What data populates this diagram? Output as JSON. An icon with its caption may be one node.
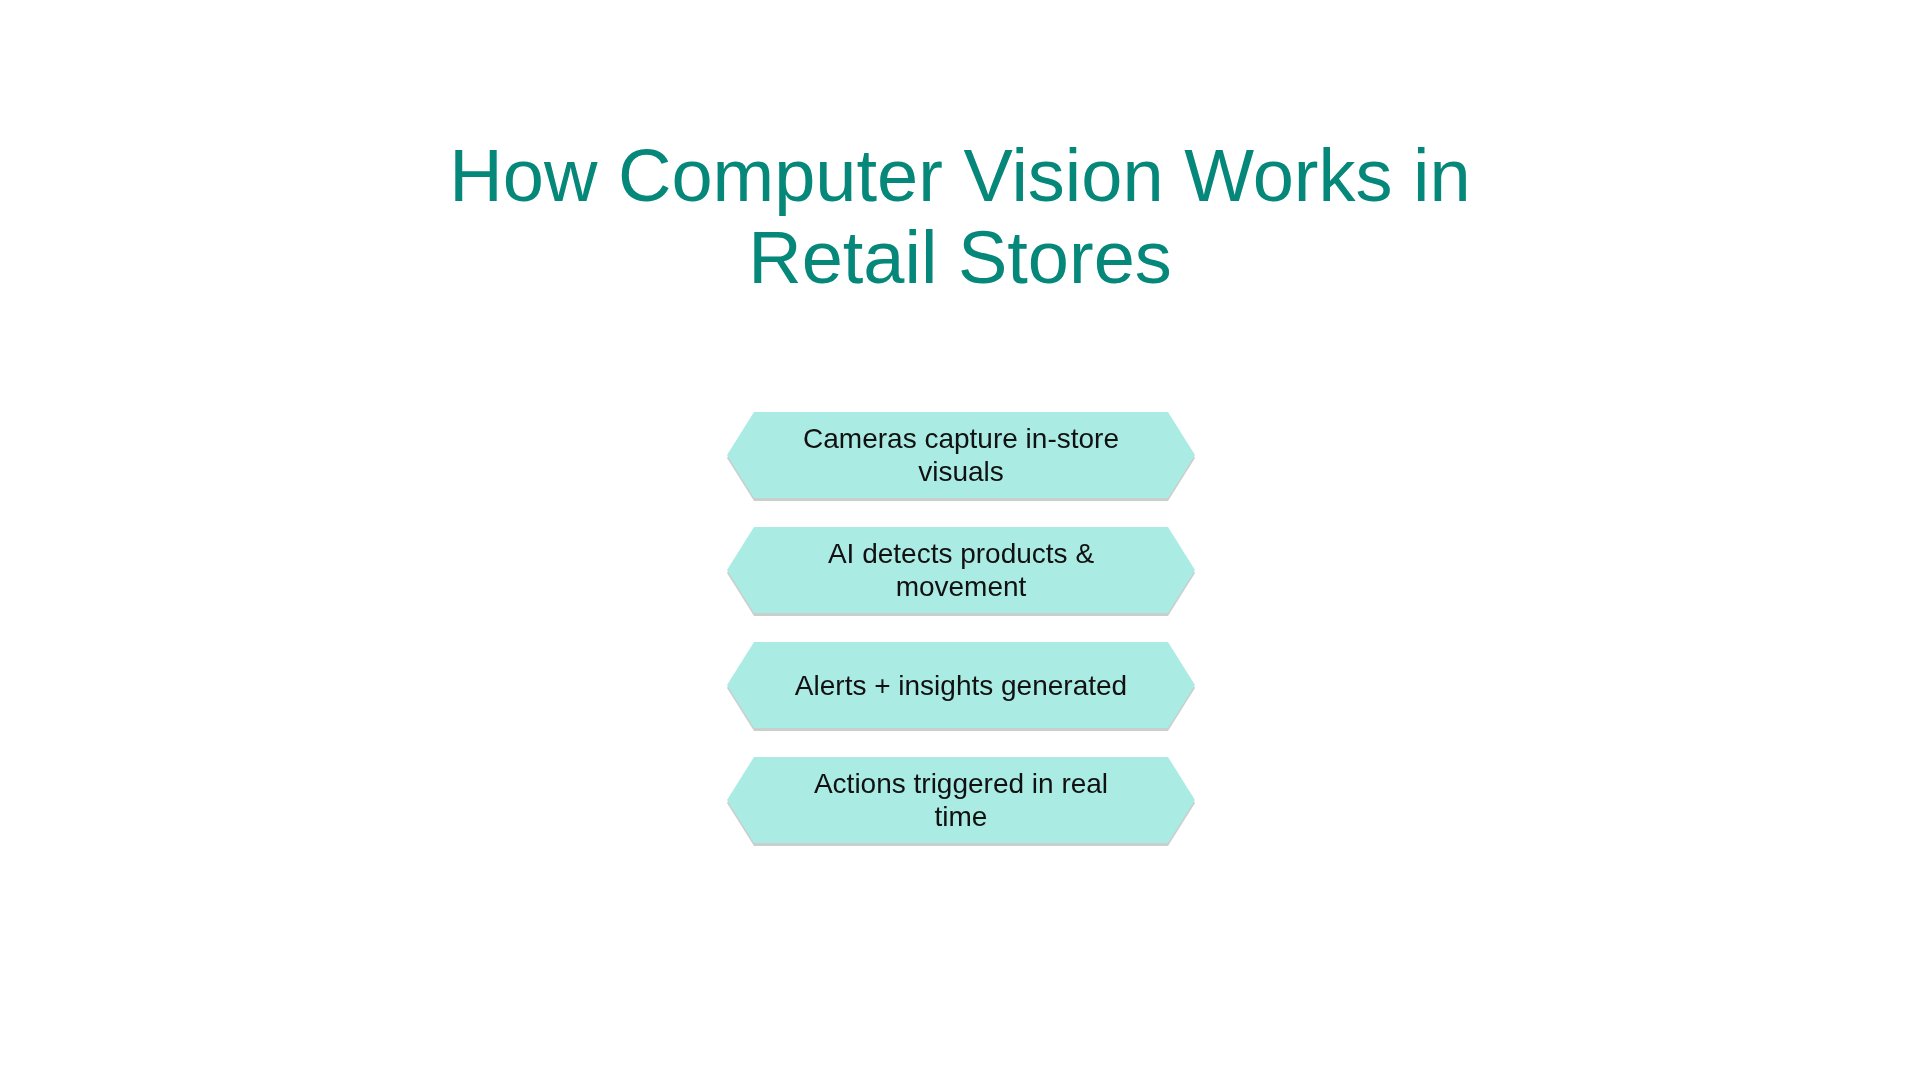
{
  "diagram": {
    "title": "How Computer Vision Works in Retail Stores",
    "nodes": [
      {
        "text": [
          "Cameras capture in-store visuals"
        ]
      },
      {
        "text": [
          "AI detects products & movement"
        ]
      },
      {
        "text": [
          "Alerts + insights generated"
        ]
      },
      {
        "text": [
          "Actions triggered in real time"
        ]
      }
    ]
  }
}
